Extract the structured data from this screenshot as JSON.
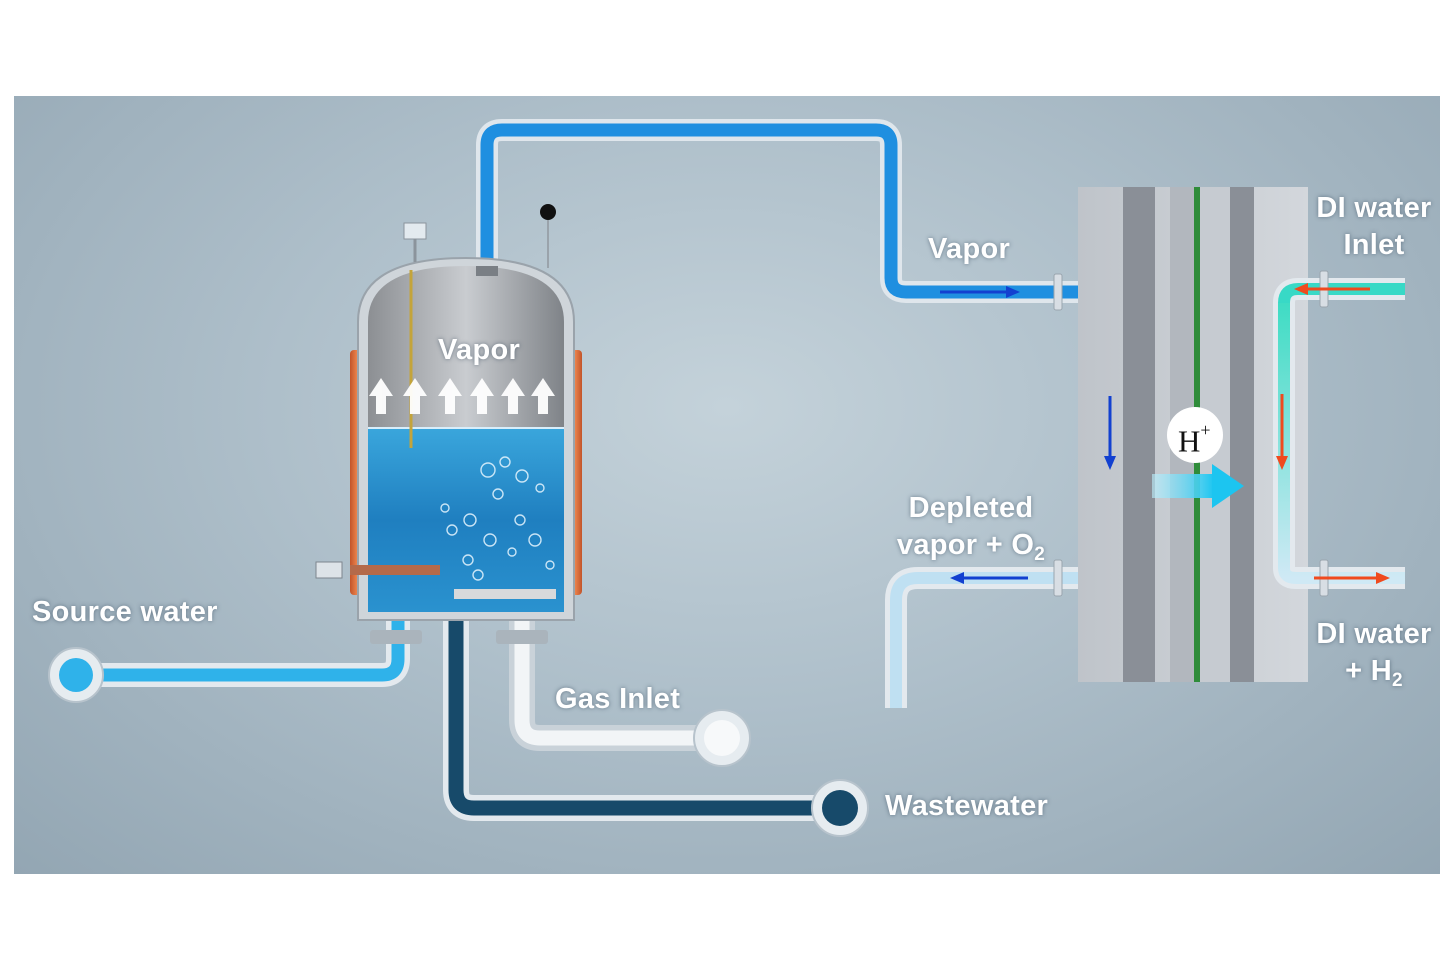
{
  "labels": {
    "vessel_vapor": "Vapor",
    "stream_vapor": "Vapor",
    "source_water": "Source water",
    "gas_inlet": "Gas Inlet",
    "wastewater": "Wastewater",
    "depleted_line1": "Depleted",
    "depleted_line2": "vapor + O",
    "depleted_sub": "2",
    "di_inlet_line1": "DI water",
    "di_inlet_line2": "Inlet",
    "di_out_line1": "DI water",
    "di_out_line2": "+ H",
    "di_out_sub": "2",
    "proton": "H",
    "proton_sup": "+"
  },
  "colors": {
    "vapor_pipe": "#1f8fe0",
    "source_pipe": "#2fb2ea",
    "gas_pipe": "#e6edf2",
    "waste_pipe": "#174a6a",
    "di_water_pipe": "#38d9c6",
    "heater": "#e0703c",
    "membrane": "#2f8c3a",
    "flow_arrow_blue": "#1240d0",
    "flow_arrow_red": "#f04a1e"
  }
}
